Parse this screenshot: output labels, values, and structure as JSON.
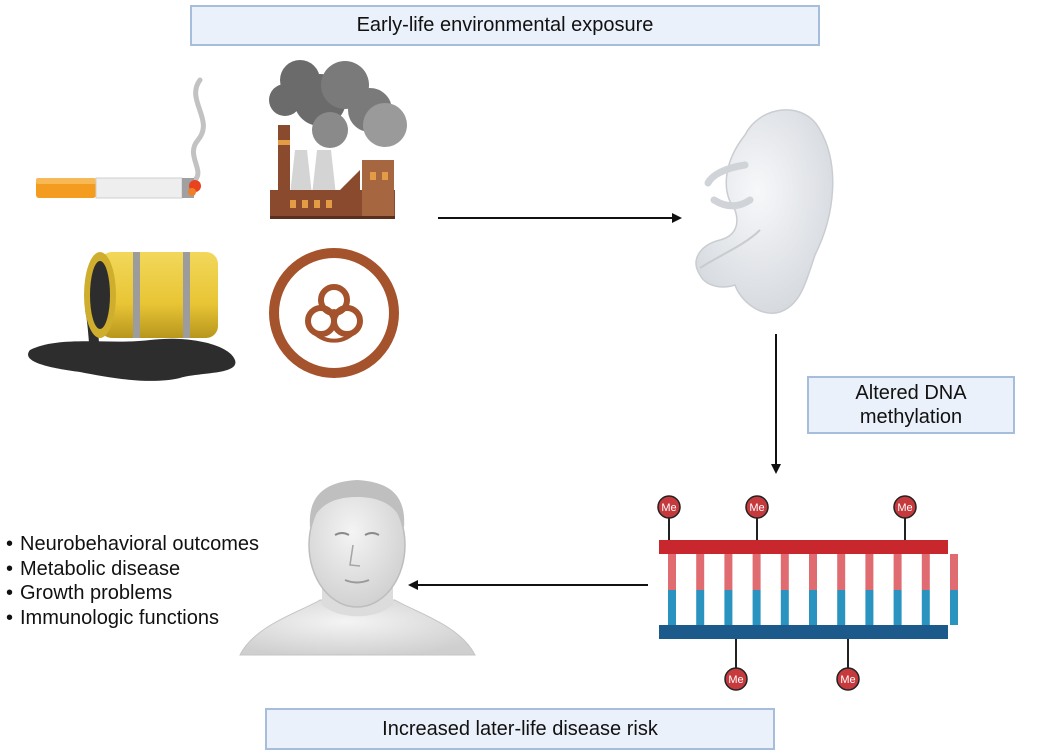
{
  "boxes": {
    "exposure": "Early-life environmental exposure",
    "methylation": "Altered DNA methylation",
    "risk": "Increased later-life disease risk"
  },
  "outcomes": [
    "Neurobehavioral outcomes",
    "Metabolic disease",
    "Growth problems",
    "Immunologic functions"
  ],
  "bullet": "•",
  "methyl_marker_label": "Me",
  "exposure_icons": [
    "cigarette-icon",
    "factory-icon",
    "oil-barrel-icon",
    "biohazard-icon"
  ],
  "colors": {
    "box_fill": "#eaf1fa",
    "box_border": "#a6bedc",
    "dna_top_strand": "#c8282d",
    "dna_bottom_strand": "#1c5a8c",
    "base_red": "#e06b70",
    "base_blue": "#2a93bf",
    "methyl_group": "#c63a3e",
    "biohazard": "#a5532c",
    "barrel": "#e8c535",
    "arrow": "#111111"
  }
}
